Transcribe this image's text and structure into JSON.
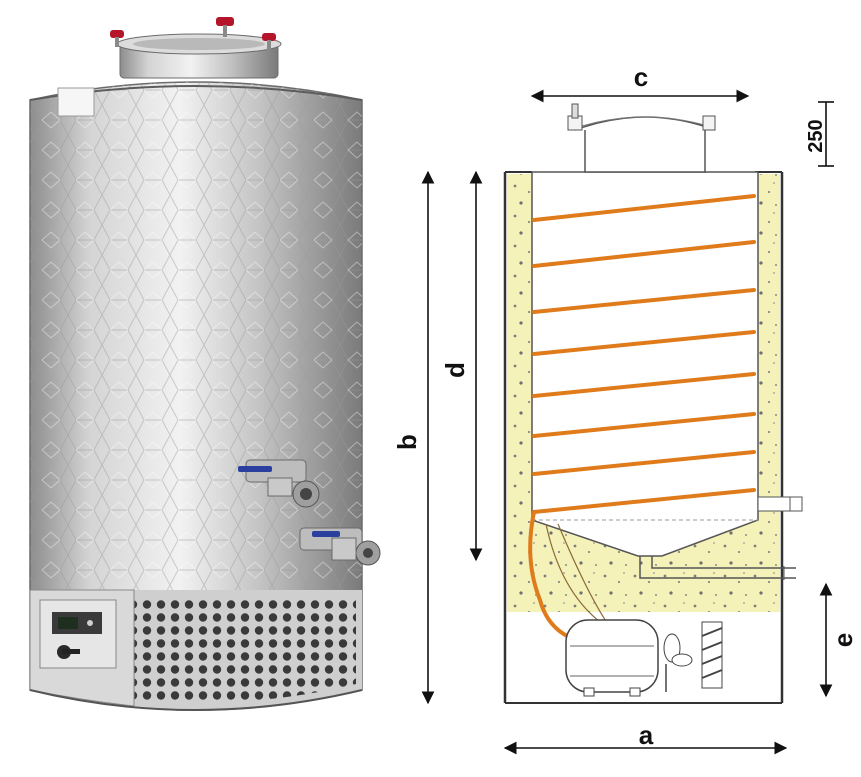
{
  "dimensions": {
    "a": "a",
    "b": "b",
    "c": "c",
    "d": "d",
    "e": "e",
    "lid_height": "250"
  },
  "colors": {
    "insulation": "#f4f2b8",
    "cooling_coil": "#e07b1c",
    "steel": "#c8c8c8",
    "valve_handle": "#2b3f9e",
    "lid_handle": "#b5152a",
    "outline": "#333333"
  }
}
